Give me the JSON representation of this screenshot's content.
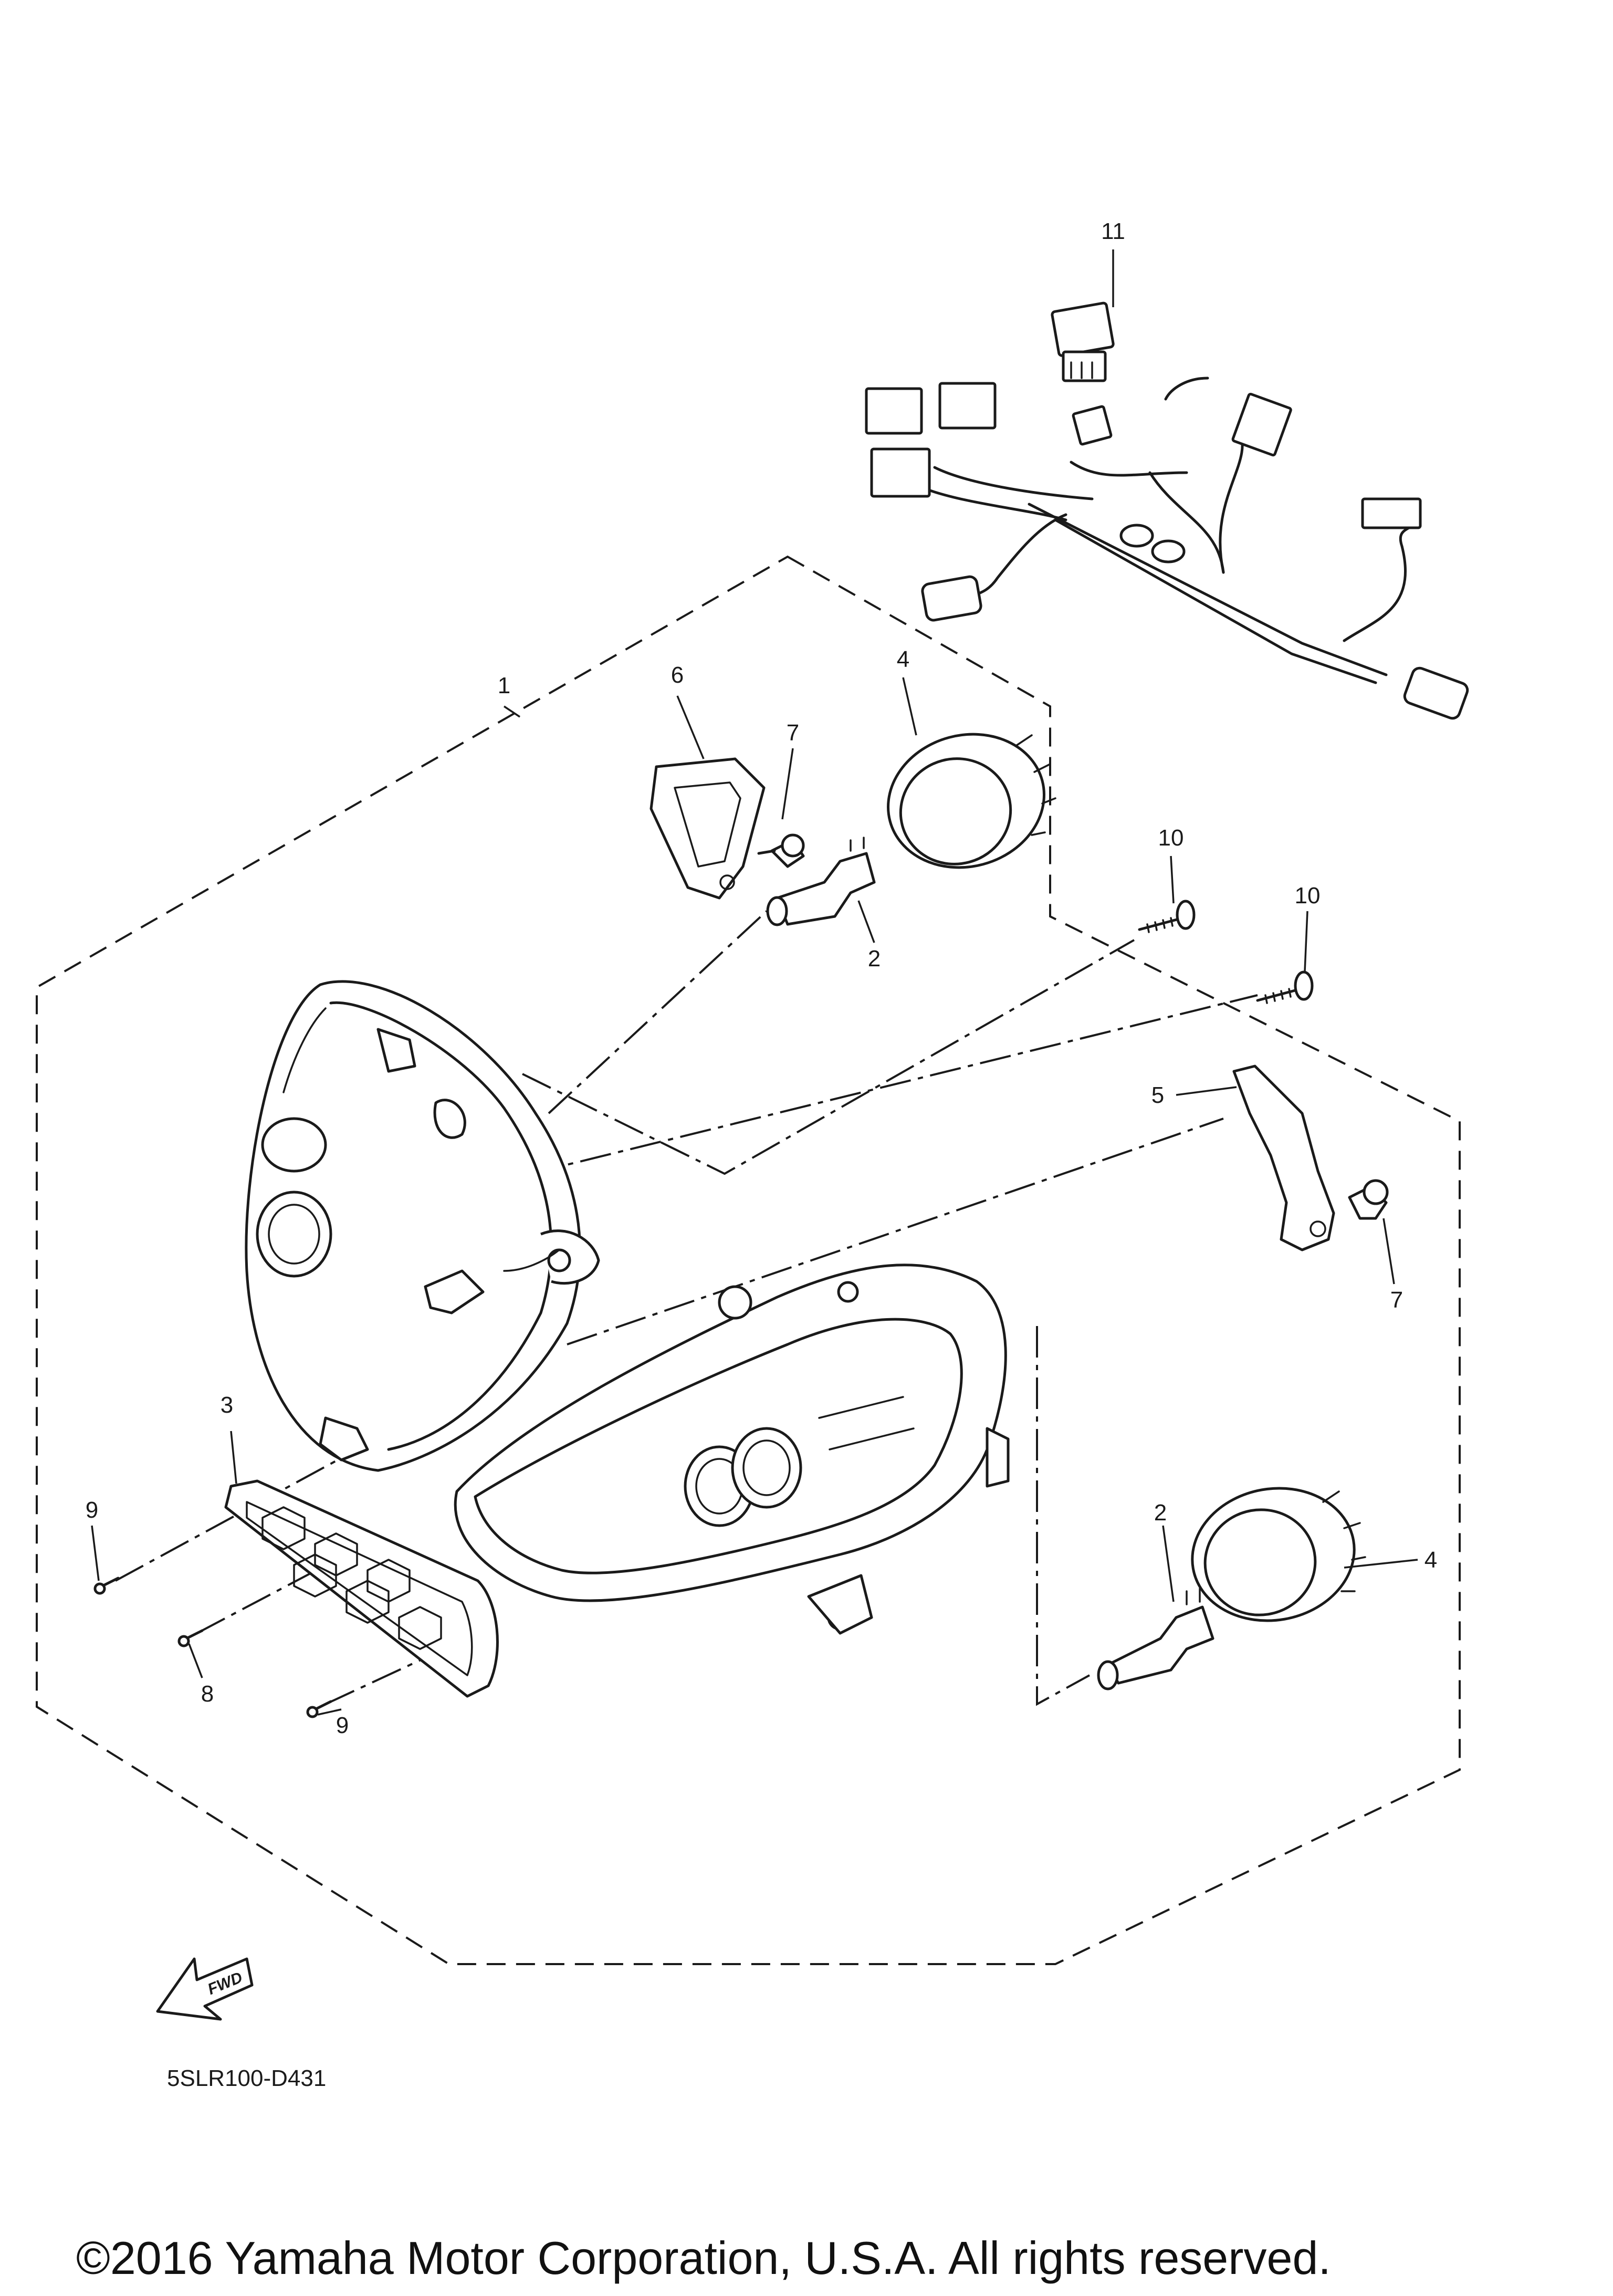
{
  "diagram": {
    "code": "5SLR100-D431",
    "copyright": "©2016 Yamaha Motor Corporation, U.S.A. All rights reserved.",
    "fwd_badge": "FWD",
    "callouts": {
      "c1": "1",
      "c2_top": "2",
      "c2_bottom": "2",
      "c3": "3",
      "c4_top": "4",
      "c4_bottom": "4",
      "c5": "5",
      "c6": "6",
      "c7_top": "7",
      "c7_right": "7",
      "c8": "8",
      "c9_left": "9",
      "c9_bottom": "9",
      "c10_a": "10",
      "c10_b": "10",
      "c11": "11"
    }
  }
}
